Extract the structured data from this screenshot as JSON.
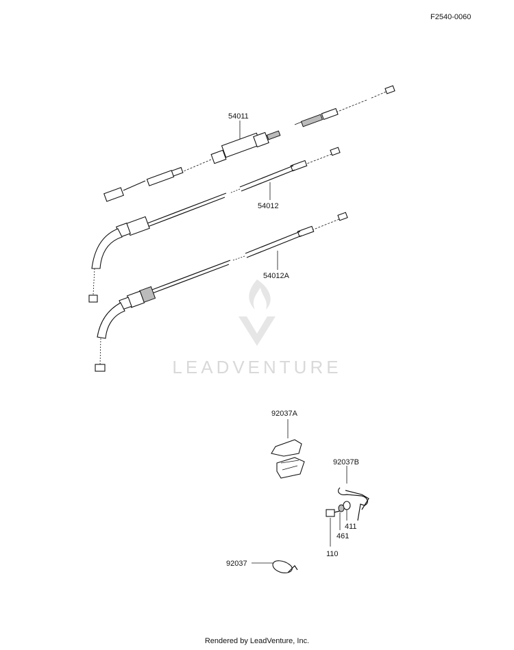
{
  "diagram": {
    "code": "F2540-0060",
    "watermark": "LEADVENTURE",
    "parts": [
      {
        "id": "54011"
      },
      {
        "id": "54012"
      },
      {
        "id": "54012A"
      },
      {
        "id": "92037A"
      },
      {
        "id": "92037B"
      },
      {
        "id": "411"
      },
      {
        "id": "461"
      },
      {
        "id": "110"
      },
      {
        "id": "92037"
      }
    ]
  },
  "footer": "Rendered by LeadVenture, Inc."
}
